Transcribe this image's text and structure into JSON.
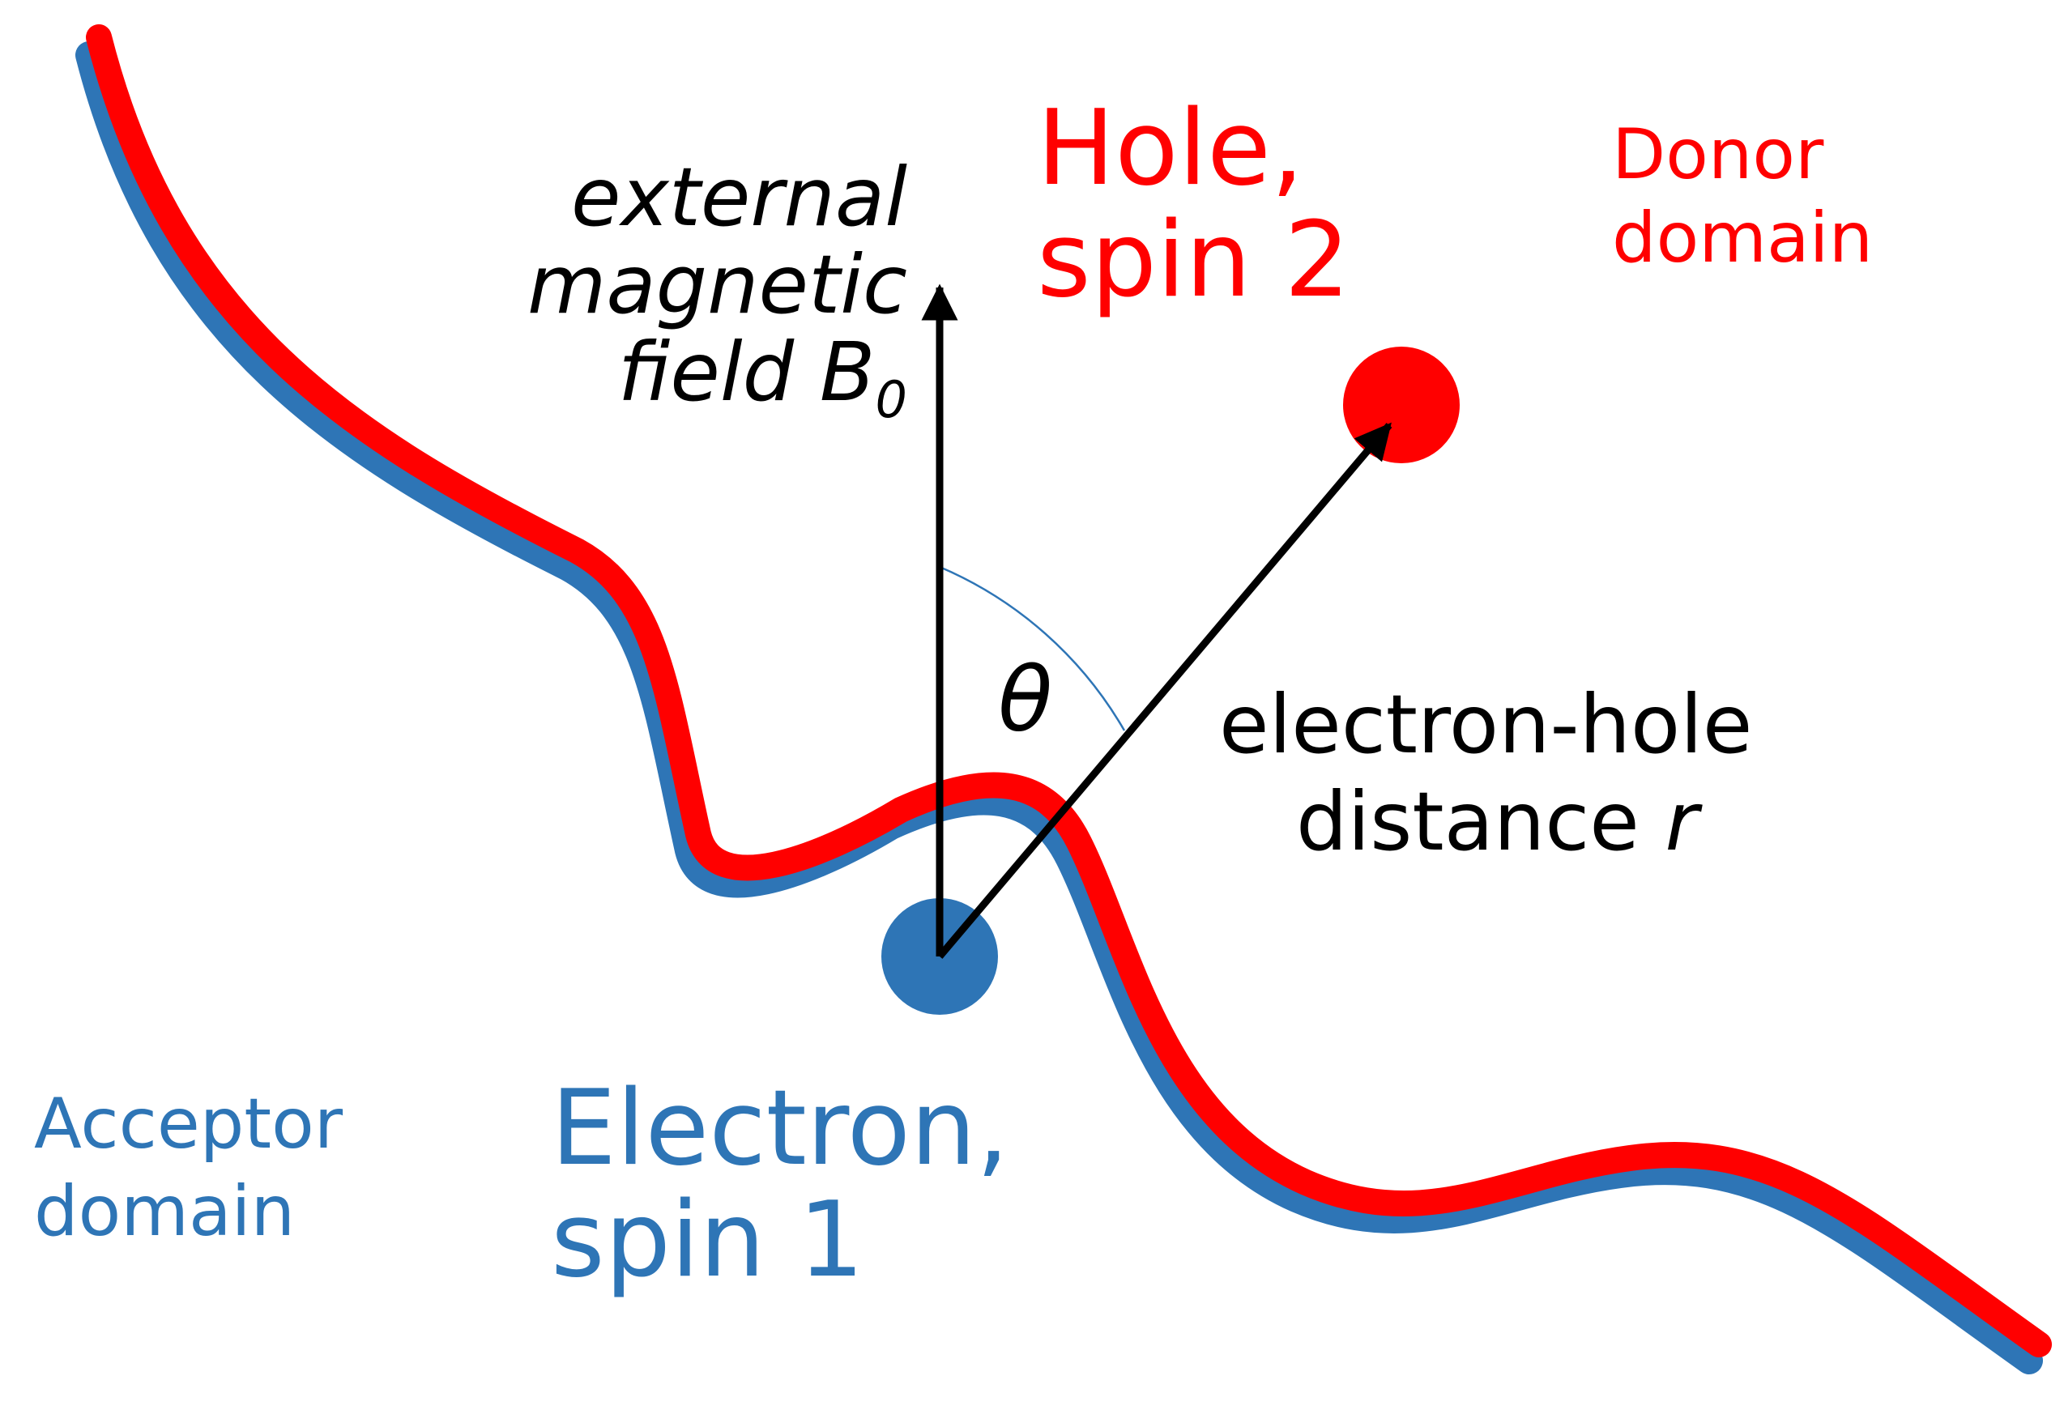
{
  "colors": {
    "donor": "#ff0000",
    "acceptor": "#2e75b6",
    "interface_donor_side": "#ff0000",
    "interface_acceptor_side": "#2e75b6",
    "arrow": "#000000",
    "angle_arc": "#2e75b6",
    "background": "#ffffff"
  },
  "labels": {
    "field_line1": "external",
    "field_line2": "magnetic",
    "field_line3": "field B",
    "field_subscript": "0",
    "hole_line1": "Hole,",
    "hole_line2": "spin 2",
    "donor_line1": "Donor",
    "donor_line2": "domain",
    "theta": "θ",
    "distance_line1": "electron-hole",
    "distance_line2": "distance ",
    "distance_symbol": "r",
    "electron_line1": "Electron,",
    "electron_line2": "spin 1",
    "acceptor_line1": "Acceptor",
    "acceptor_line2": "domain"
  },
  "icons": {
    "electron": "blue-filled-circle",
    "hole": "red-filled-circle",
    "field_arrow": "arrow-up",
    "distance_arrow": "arrow-diagonal"
  }
}
